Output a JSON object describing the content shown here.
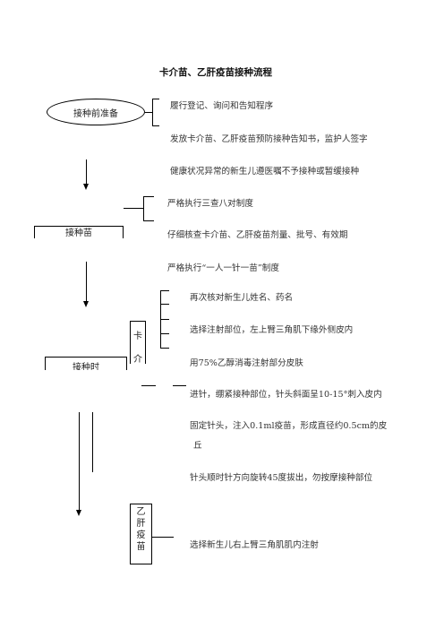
{
  "title": "卡介苗、乙肝疫苗接种流程",
  "nodes": {
    "prep": "接种前准备",
    "during_vaccine": "接种苗",
    "at_vaccination": "接种时",
    "bcg_short": "卡介",
    "hepb": "乙肝疫苗"
  },
  "prep_steps": [
    "履行登记、询问和告知程序",
    "发放卡介苗、乙肝疫苗预防接种告知书，监护人签字",
    "健康状况异常的新生儿遵医嘱不予接种或暂缓接种"
  ],
  "vaccine_steps": [
    "严格执行三查八对制度",
    "仔细核查卡介苗、乙肝疫苗剂量、批号、有效期",
    "严格执行“一人一针一苗”制度"
  ],
  "bcg_steps": [
    "再次核对新生儿姓名、药名",
    "选择注射部位，左上臂三角肌下缘外侧皮内",
    "用75%乙醇消毒注射部分皮肤",
    "进针，绷紧接种部位，针头斜面呈10-15°刺入皮内",
    "固定针头，注入0.1ml疫苗，形成直径约0.5cm的皮",
    "丘",
    "针头顺时针方向旋转45度拔出，勿按摩接种部位"
  ],
  "hepb_steps": [
    "选择新生儿右上臂三角肌肌内注射"
  ]
}
